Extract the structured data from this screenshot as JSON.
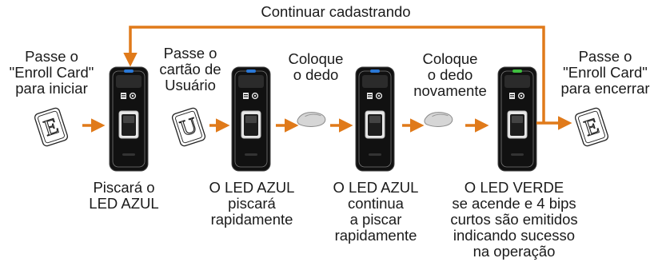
{
  "diagram": {
    "loop_label": "Continuar cadastrando",
    "step_top_labels": [
      "Passe o\n\"Enroll Card\"\npara iniciar",
      "Passe o\ncartão de\nUsuário",
      "Coloque\no dedo",
      "Coloque\no dedo\nnovamente",
      "Passe o\n\"Enroll Card\"\npara encerrar"
    ],
    "device_captions": [
      "Piscará o\nLED AZUL",
      "O LED AZUL\npiscará\nrapidamente",
      "O LED AZUL\ncontinua\na piscar\nrapidamente",
      "O LED VERDE\nse acende e 4 bips\ncurtos são emitidos\nindicando sucesso\nna operação"
    ],
    "card_letters": [
      "E",
      "U",
      "E"
    ],
    "colors": {
      "arrow": "#e07a1a",
      "led_blue": "#2a78d6",
      "led_green": "#3fbf3f",
      "device_body": "#111111",
      "text": "#1a1a1a"
    },
    "icons": [
      "enroll-card-icon",
      "user-card-icon",
      "finger-icon",
      "fingerprint-reader-device-icon",
      "arrow-icon"
    ]
  }
}
